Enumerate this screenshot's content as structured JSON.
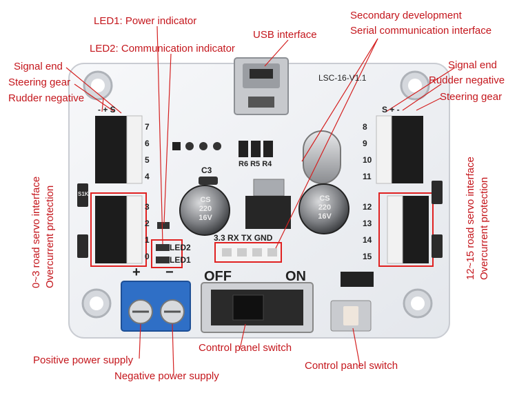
{
  "board": {
    "model_silk": "LSC-16-V1.1",
    "switch_off": "OFF",
    "switch_on": "ON",
    "plus": "+",
    "minus": "−",
    "serial_pins": "3.3 RX TX GND",
    "led2": "LED2",
    "led1": "LED1",
    "cap_silk": "C3",
    "cap_left": [
      "CS",
      "220",
      "16V"
    ],
    "cap_right": [
      "CS",
      "220",
      "16V"
    ],
    "resistors": "R6 R5 R4",
    "left_channels_top": [
      "7",
      "6",
      "5",
      "4"
    ],
    "left_channels_bottom": [
      "3",
      "2",
      "1",
      "0"
    ],
    "right_channels_top": [
      "8",
      "9",
      "10",
      "11"
    ],
    "right_channels_bottom": [
      "12",
      "13",
      "14",
      "15"
    ],
    "pin_header_left": "- + S",
    "pin_header_right": "S + -",
    "fuse": "S1K",
    "pcb_color": "#f1f3f6",
    "label_color": "#c4161c"
  },
  "labels": {
    "led1": "LED1: Power indicator",
    "led2": "LED2: Communication indicator",
    "usb": "USB interface",
    "secondary_line1": "Secondary development",
    "secondary_line2": "Serial communication interface",
    "left_signal": "Signal end",
    "left_steering": "Steering gear",
    "left_rudder": "Rudder negative",
    "right_signal": "Signal end",
    "right_rudder": "Rudder negative",
    "right_steering": "Steering gear",
    "left_vertical_1": "0~3 road servo interface",
    "left_vertical_2": "Overcurrent protection",
    "right_vertical_1": "12~15 road servo interface",
    "right_vertical_2": "Overcurrent protection",
    "switch": "Control panel switch",
    "button": "Control panel switch",
    "positive": "Positive power supply",
    "negative": "Negative power supply"
  }
}
